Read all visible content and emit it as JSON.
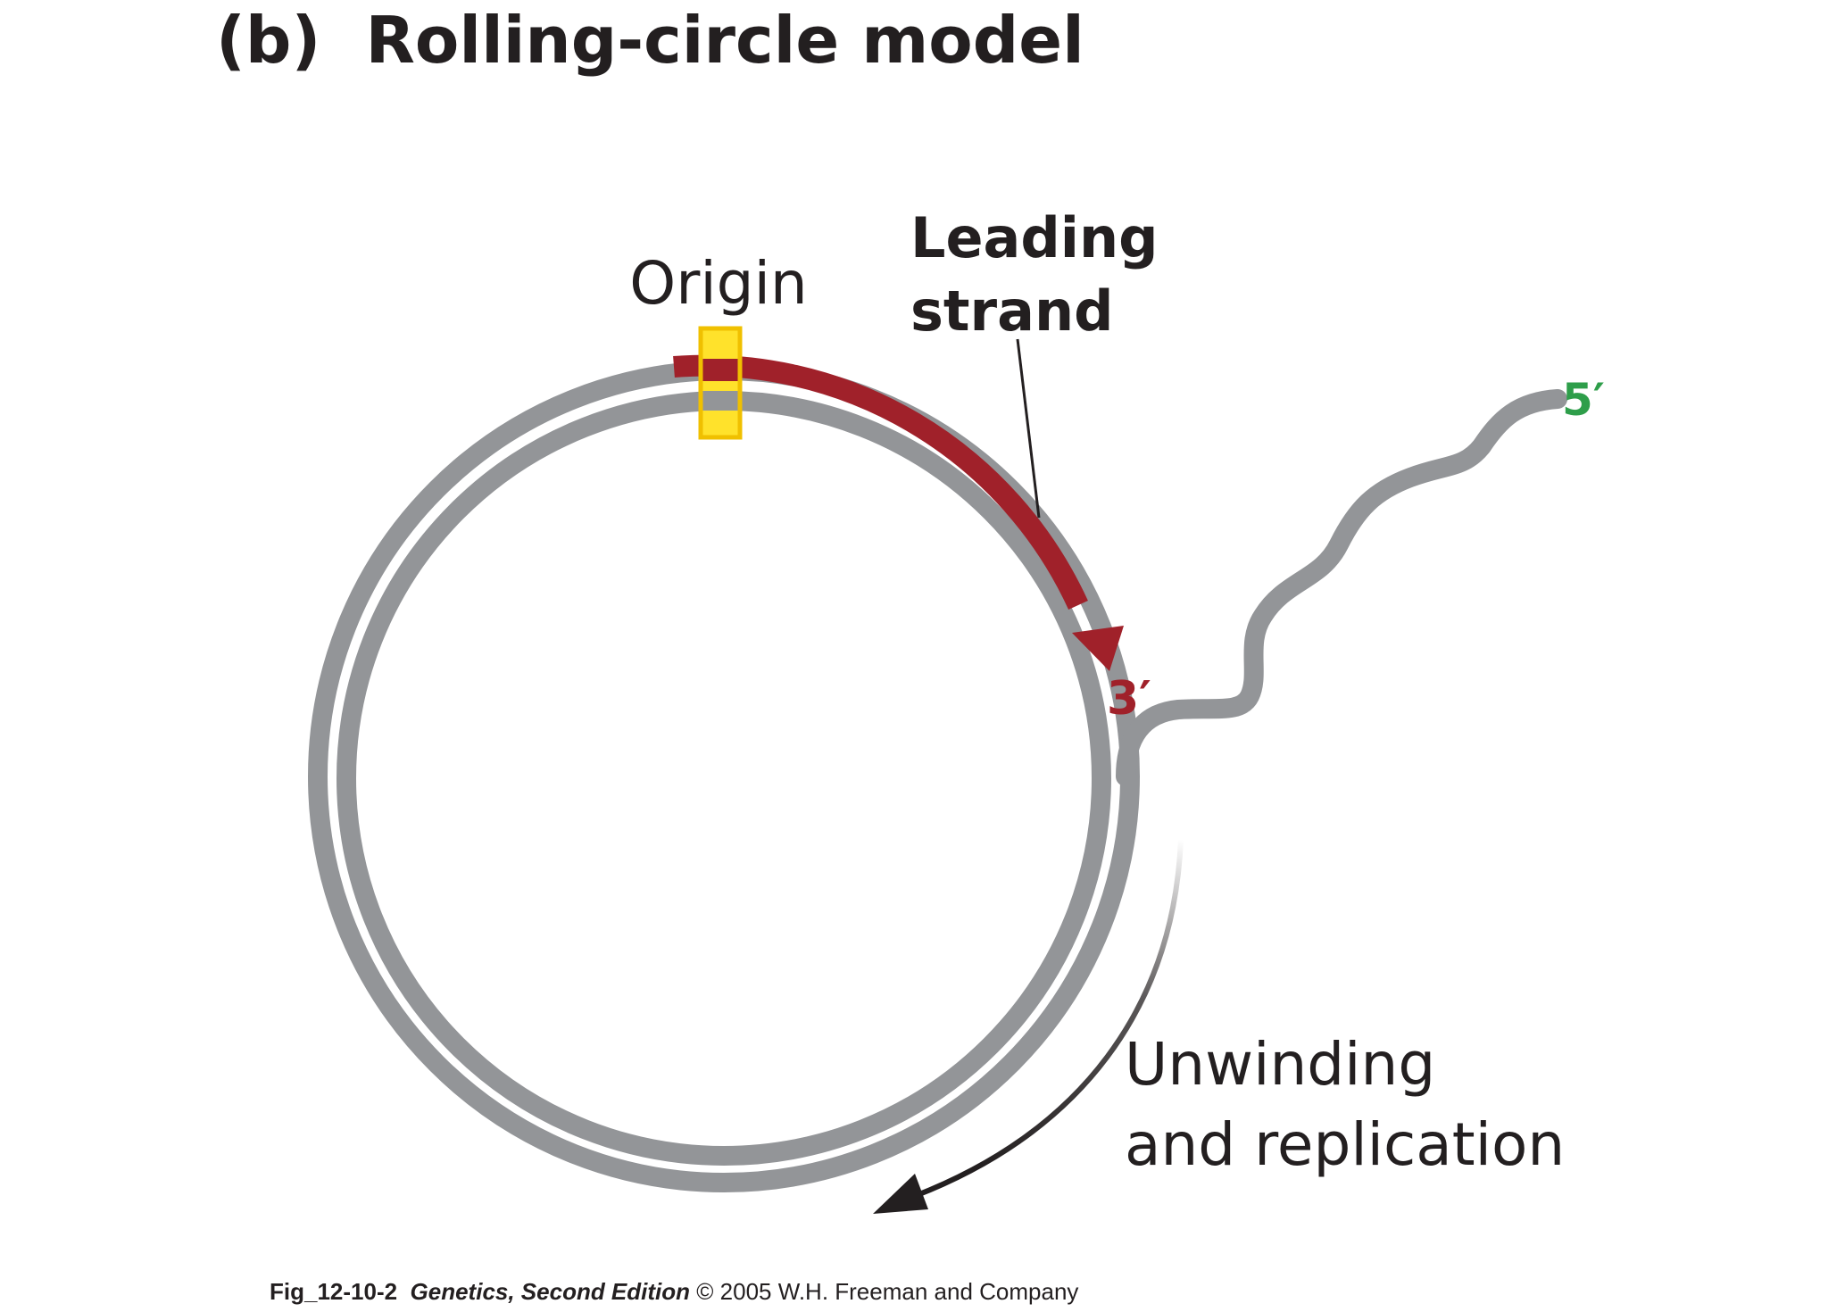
{
  "title": "(b)  Rolling-circle model",
  "labels": {
    "origin": "Origin",
    "leading_strand_line1": "Leading",
    "leading_strand_line2": "strand",
    "three_prime": "3′",
    "five_prime": "5′",
    "unwinding_line1": "Unwinding",
    "unwinding_line2": "and replication"
  },
  "caption": {
    "fig_id": "Fig_12-10-2",
    "book": "Genetics, Second Edition",
    "copyright": "© 2005 W.H. Freeman and Company"
  },
  "colors": {
    "dna_strand": "#939598",
    "leading_strand": "#a0212a",
    "origin_marker_fill": "#ffe22b",
    "origin_marker_stroke": "#f0c000",
    "three_prime_label": "#a0212a",
    "five_prime_label": "#2e9e4a",
    "text": "#231f20",
    "arrow": "#231f20"
  }
}
